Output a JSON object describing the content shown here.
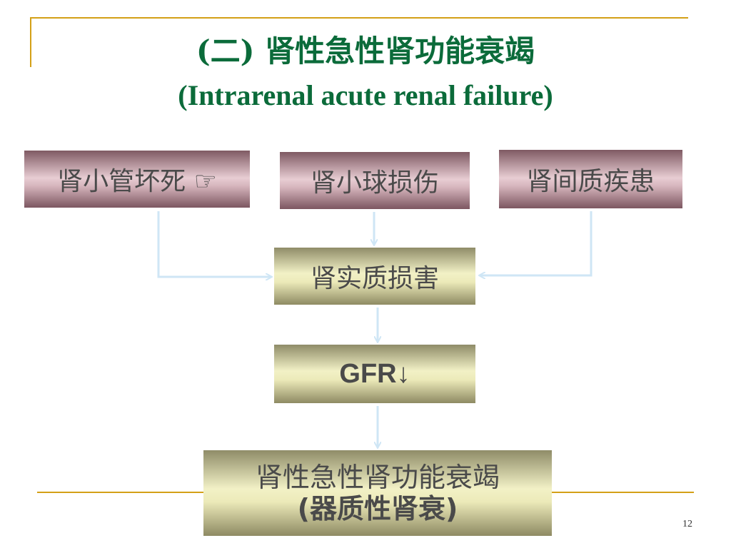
{
  "title": {
    "cn": "(二) 肾性急性肾功能衰竭",
    "en": "(Intrarenal acute renal failure)"
  },
  "boxes": {
    "tubule": "肾小管坏死 ☞",
    "glomerulus": "肾小球损伤",
    "interstitium": "肾间质疾患",
    "parenchyma": "肾实质损害",
    "gfr": "GFR↓",
    "result_line1": "肾性急性肾功能衰竭",
    "result_line2": "(器质性肾衰)"
  },
  "page_number": "12",
  "colors": {
    "title": "#0b6b3a",
    "rule": "#d4a017",
    "arrow": "#cfe6f5",
    "box_text": "#4a4a4a"
  }
}
